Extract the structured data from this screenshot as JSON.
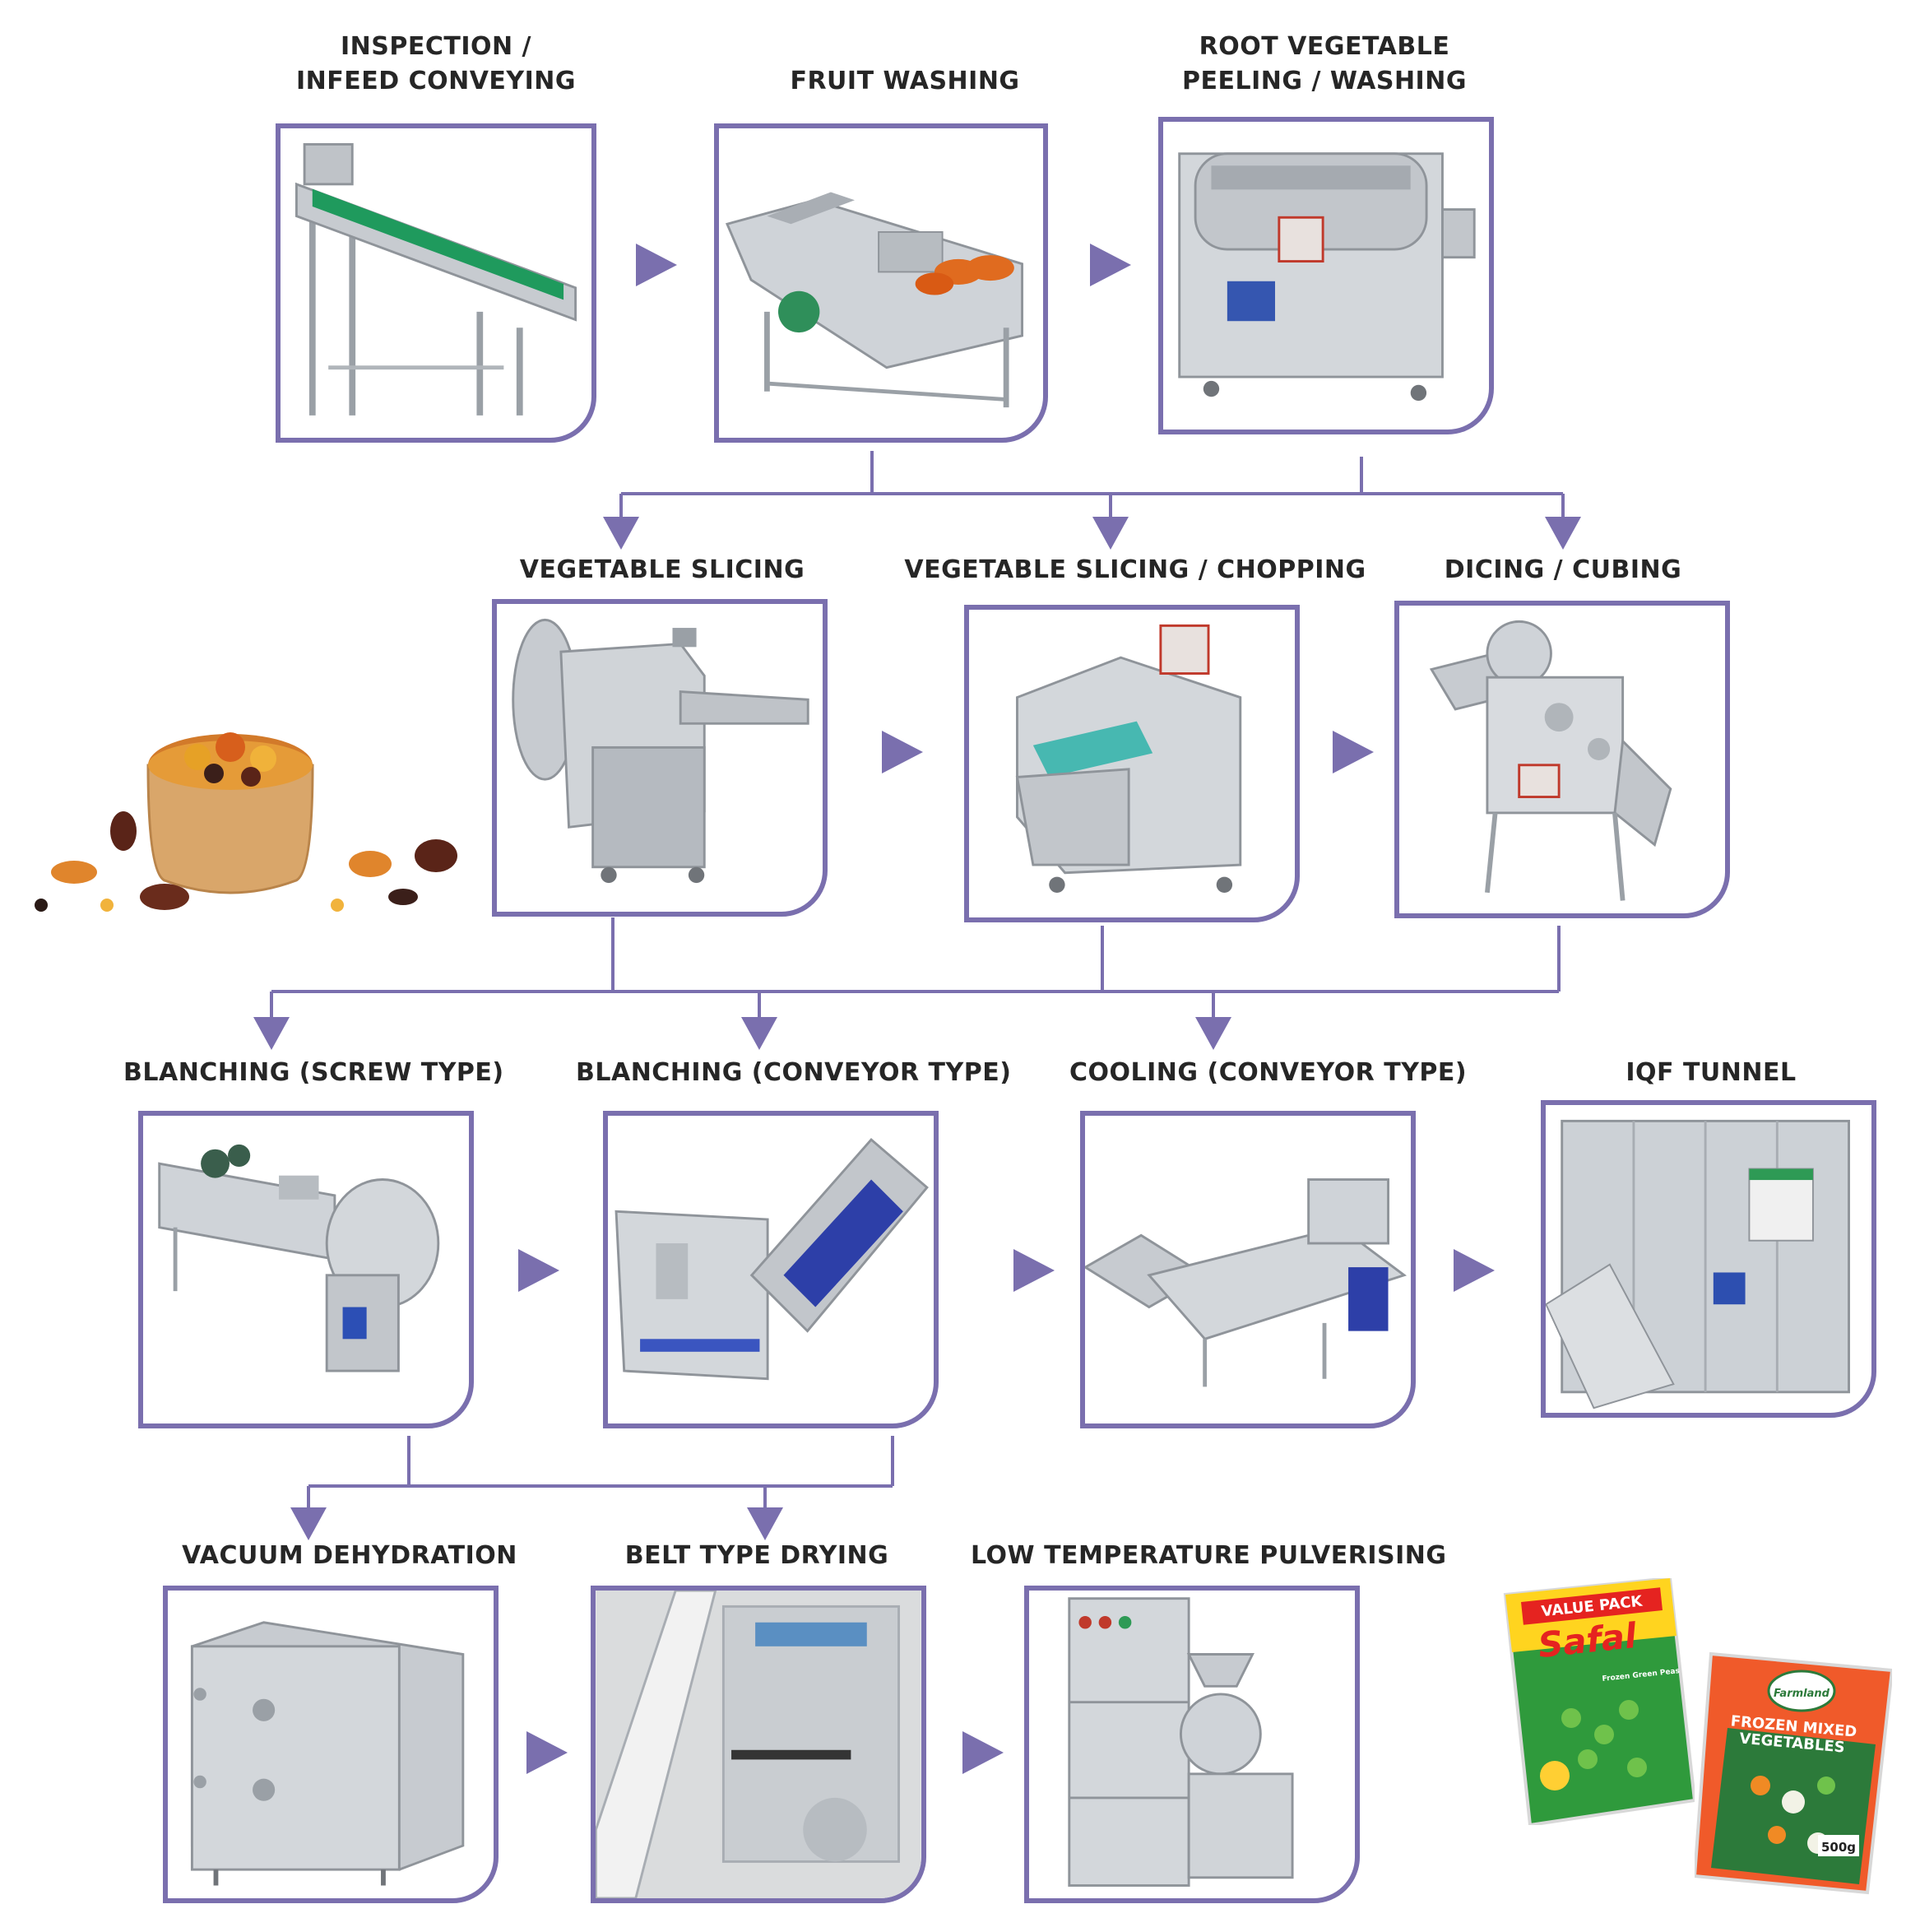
{
  "colors": {
    "frame": "#7a6fae",
    "arrow": "#7a6fae",
    "label": "#262626",
    "steel": "#c7cbd0",
    "steel_dark": "#8f949a"
  },
  "steps": {
    "inspection": {
      "line1": "INSPECTION /",
      "line2": "INFEED CONVEYING"
    },
    "fruit_washing": {
      "line1": "FRUIT WASHING"
    },
    "root_peeling": {
      "line1": "ROOT VEGETABLE",
      "line2": "PEELING / WASHING"
    },
    "veg_slicing": {
      "line1": "VEGETABLE SLICING"
    },
    "veg_chopping": {
      "line1": "VEGETABLE SLICING / CHOPPING"
    },
    "dicing": {
      "line1": "DICING / CUBING"
    },
    "blanching_screw": {
      "line1": "BLANCHING (SCREW TYPE)"
    },
    "blanching_conveyor": {
      "line1": "BLANCHING (CONVEYOR TYPE)"
    },
    "cooling": {
      "line1": "COOLING (CONVEYOR TYPE)"
    },
    "iqf": {
      "line1": "IQF TUNNEL"
    },
    "vacuum": {
      "line1": "VACUUM DEHYDRATION"
    },
    "belt_drying": {
      "line1": "BELT TYPE DRYING"
    },
    "pulverising": {
      "line1": "LOW TEMPERATURE PULVERISING"
    }
  },
  "products": {
    "safal": {
      "banner": "VALUE PACK",
      "brand": "Safal",
      "sub": "Frozen Green Peas"
    },
    "farmland": {
      "brand": "Farmland",
      "line1": "FROZEN MIXED",
      "line2": "VEGETABLES",
      "weight": "500g"
    }
  },
  "icons": [
    "flow-arrow-icon",
    "connector-line",
    "dried-fruit-bowl-image",
    "frozen-pack-image",
    "machine-illustration"
  ]
}
